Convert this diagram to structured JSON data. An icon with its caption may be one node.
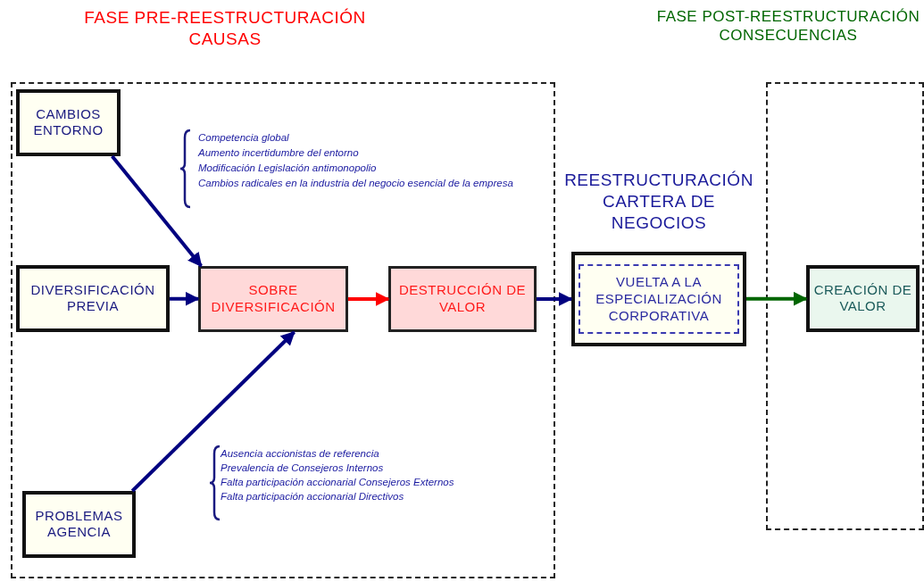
{
  "diagram": {
    "nodes": [
      {
        "text": [
          "FASE PRE-REESTRUCTURACIÓN CAUSAS"
        ]
      },
      {
        "text": [
          "CAMBIOS ENTORNO"
        ],
        "in": 0
      },
      {
        "text": [
          "DIVERSIFICACIÓN PREVIA"
        ],
        "in": 0
      },
      {
        "text": [
          "PROBLEMAS AGENCIA"
        ],
        "in": 0
      },
      {
        "text": [
          "SOBRE DIVERSIFICACIÓN"
        ],
        "in": 0
      },
      {
        "text": [
          "DESTRUCCIÓN DE VALOR"
        ],
        "in": 0
      },
      {
        "text": [
          "REESTRUCTURACIÓN CARTERA DE NEGOCIOS"
        ]
      },
      {
        "text": [
          "VUELTA A LA ESPECIALIZACIÓN CORPORATIVA"
        ],
        "in": 6
      },
      {
        "text": [
          "FASE POST-REESTRUCTURACIÓN CONSECUENCIAS"
        ]
      },
      {
        "text": [
          "CREACIÓN DE VALOR"
        ],
        "in": 8
      }
    ],
    "edges": [
      {
        "from": 1,
        "to": 4,
        "arrow": "to"
      },
      {
        "from": 2,
        "to": 4,
        "arrow": "to"
      },
      {
        "from": 3,
        "to": 4,
        "arrow": "to"
      },
      {
        "from": 4,
        "to": 5,
        "arrow": "to",
        "color": "#ff0000"
      },
      {
        "from": 5,
        "to": 6,
        "arrow": "to"
      },
      {
        "from": 6,
        "to": 9,
        "arrow": "to",
        "color": "#006600"
      }
    ],
    "labels": [
      "Competencia global",
      "Aumento incertidumbre del entorno",
      "Modificación Legislación antimonopolio",
      "Cambios radicales en la industria del negocio esencial de la empresa",
      "Ausencia accionistas de referencia",
      "Prevalencia de Consejeros Internos",
      "Falta participación accionarial Consejeros Externos",
      "Falta participación accionarial Directivos"
    ]
  }
}
